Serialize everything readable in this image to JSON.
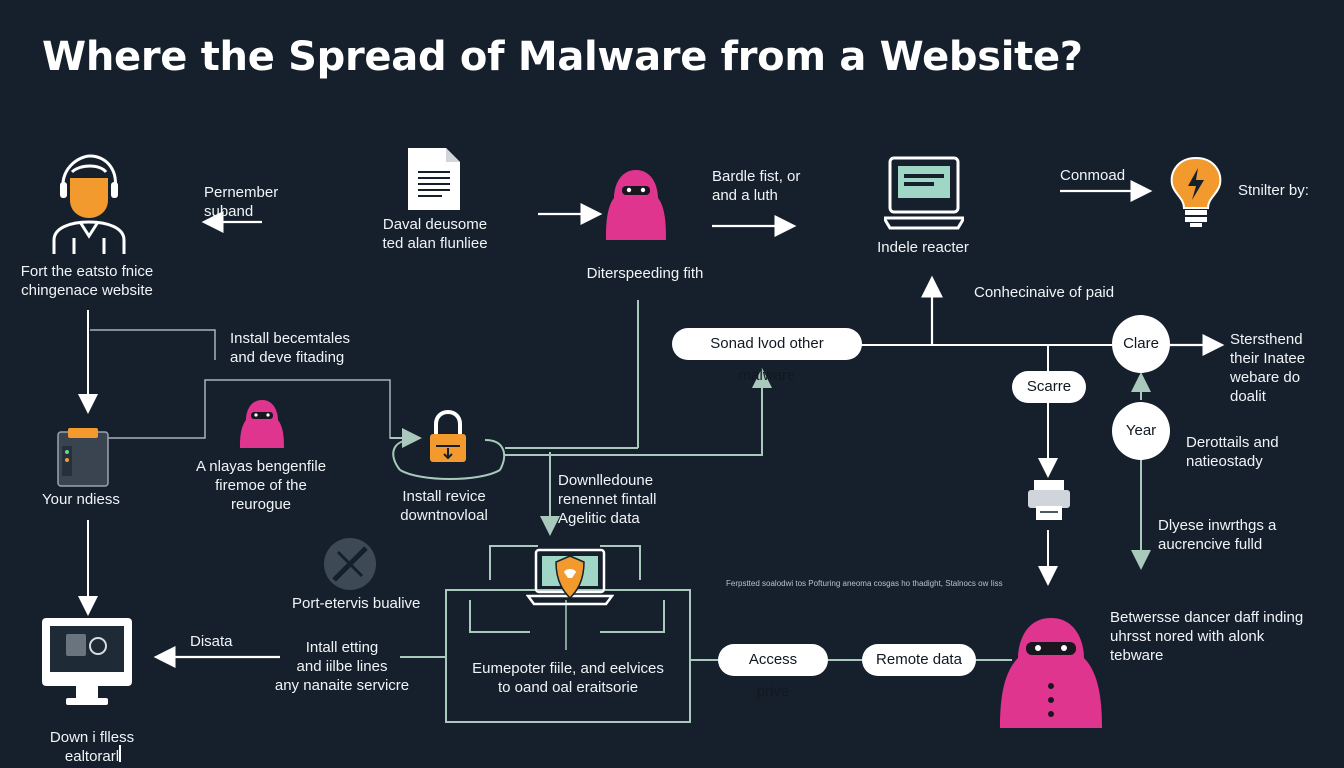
{
  "title": "Where the Spread of Malware from a Website?",
  "colors": {
    "background": "#16202c",
    "accent_pink": "#e0358f",
    "accent_orange": "#f29a2e",
    "line_green": "#a9c9bd",
    "screen_teal": "#9fd6c6"
  },
  "labels": {
    "user_caption": "Fort the eatsto fnice\nchingenace website",
    "remember": "Pernember\nsuband",
    "doc_caption": "Daval deusome\nted alan flunliee",
    "hacker_top_caption": "Diterspeeding fith",
    "bandle": "Bardle fist, or\nand a luth",
    "laptop_caption": "Indele reacter",
    "conmoad": "Conmoad",
    "bulb_caption": "Stnilter by:",
    "connect_caption": "Conhecinaive of paid",
    "install_top": "Install becemtales\nand deve fitading",
    "hacker_mid_caption": "A nlayas bengenfile\nfiremoe of the\nreurogue",
    "server_caption": "Your ndiess",
    "lock_caption": "Install revice\ndowntnovloal",
    "download_mid": "Downlledoune\nrenennet fintall\nAgelitic data",
    "right_top": "Stersthend\ntheir Inatee\nwebare do\ndoalit",
    "right_mid": "Derottails and\nnatieostady",
    "right_low": "Dlyese inwrthgs a\naucrencive fulld",
    "small_line": "Ferpstted soalodwi tos Pofturing aneoma cosgas ho thadight, Stalnocs ow Iiss",
    "port_caption": "Port-etervis bualive",
    "disata": "Disata",
    "install_bottom": "Intall etting\nand iilbe lines\nany nanaite servicre",
    "box_caption": "Eumepoter fiile, and eelvices\nto oand oal eraitsorie",
    "right_bottom": "Betwersse dancer daff inding\nuhrsst nored with alonk\ntebware",
    "computer_caption": "Down i flless\nealtorarl"
  },
  "pills": {
    "spread": "Sonad lvod other malware",
    "scarre": "Scarre",
    "access": "Access prive",
    "remote": "Remote data"
  },
  "circles": {
    "clare": "Clare",
    "year": "Year"
  },
  "icons": [
    "user-icon",
    "document-icon",
    "hacker-icon",
    "laptop-icon",
    "lightbulb-icon",
    "server-icon",
    "padlock-icon",
    "malware-badge-icon",
    "computer-icon",
    "printer-icon",
    "tools-icon"
  ]
}
